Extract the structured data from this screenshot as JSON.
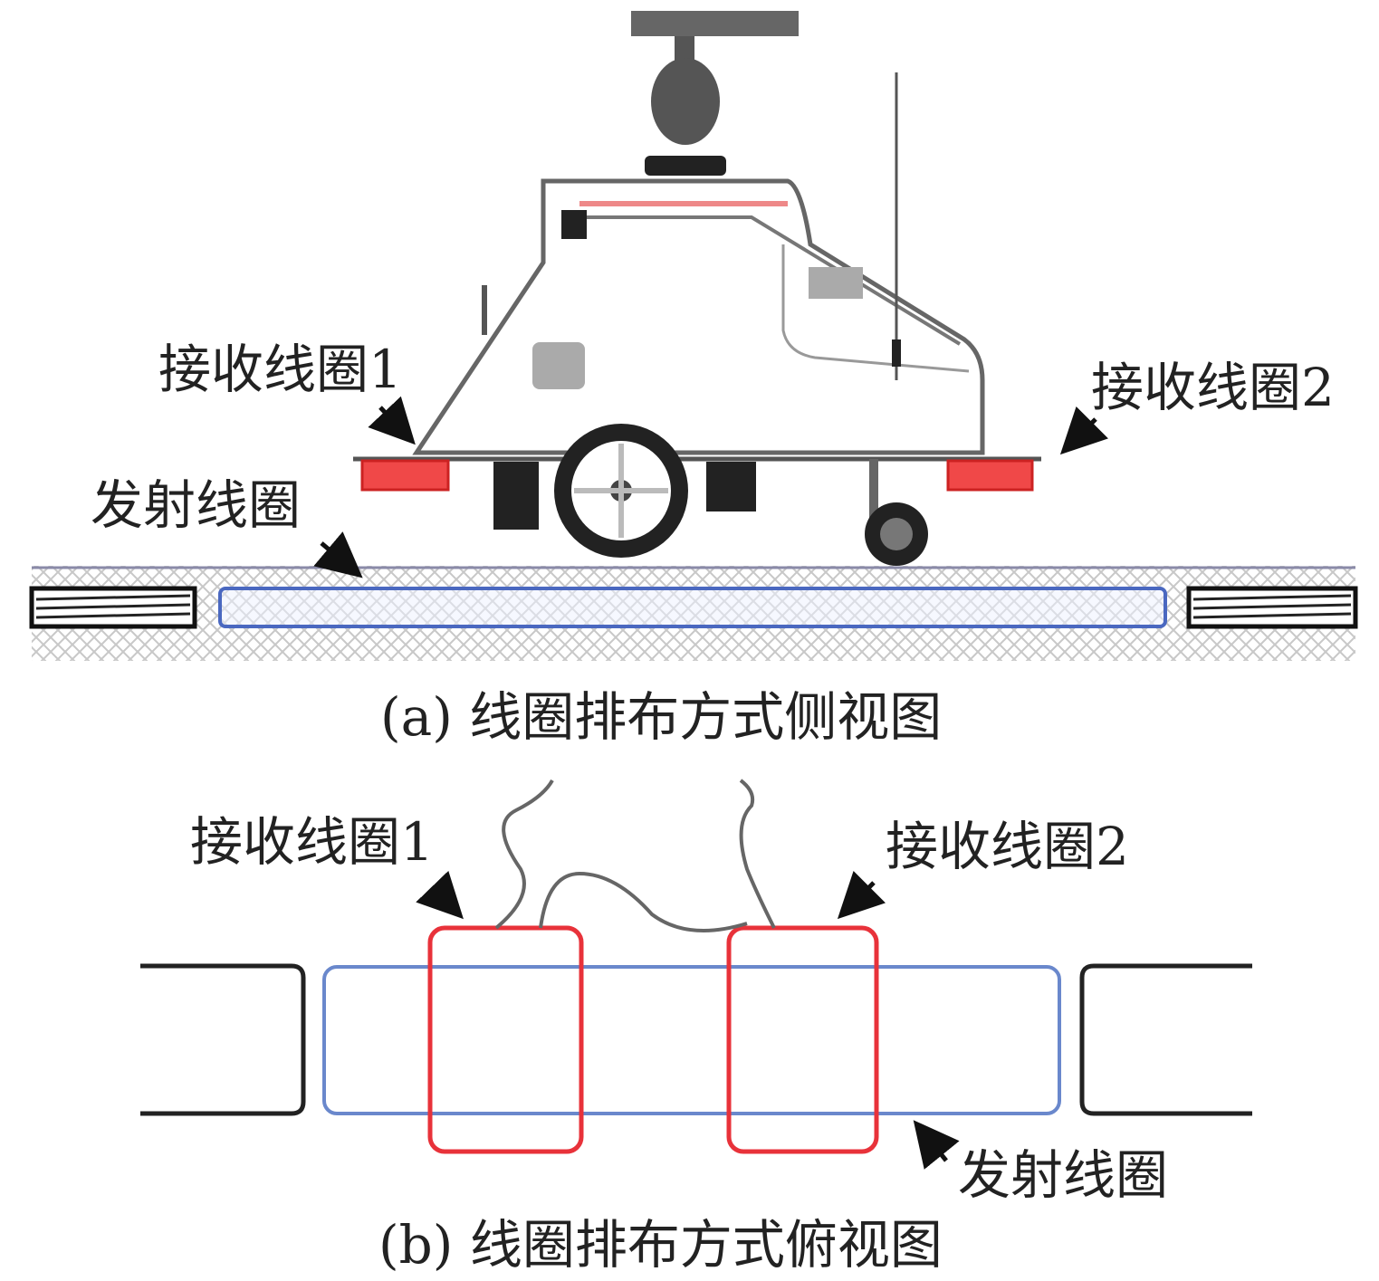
{
  "side_view": {
    "label_rx1": "接收线圈1",
    "label_rx2": "接收线圈2",
    "label_tx": "发射线圈",
    "caption": "(a) 线圈排布方式侧视图"
  },
  "top_view": {
    "label_rx1": "接收线圈1",
    "label_rx2": "接收线圈2",
    "label_tx": "发射线圈",
    "caption": "(b) 线圈排布方式俯视图"
  },
  "colors": {
    "receive_coil": "#e8323a",
    "transmit_coil": "#5a78c8",
    "robot_outline": "#555555"
  }
}
